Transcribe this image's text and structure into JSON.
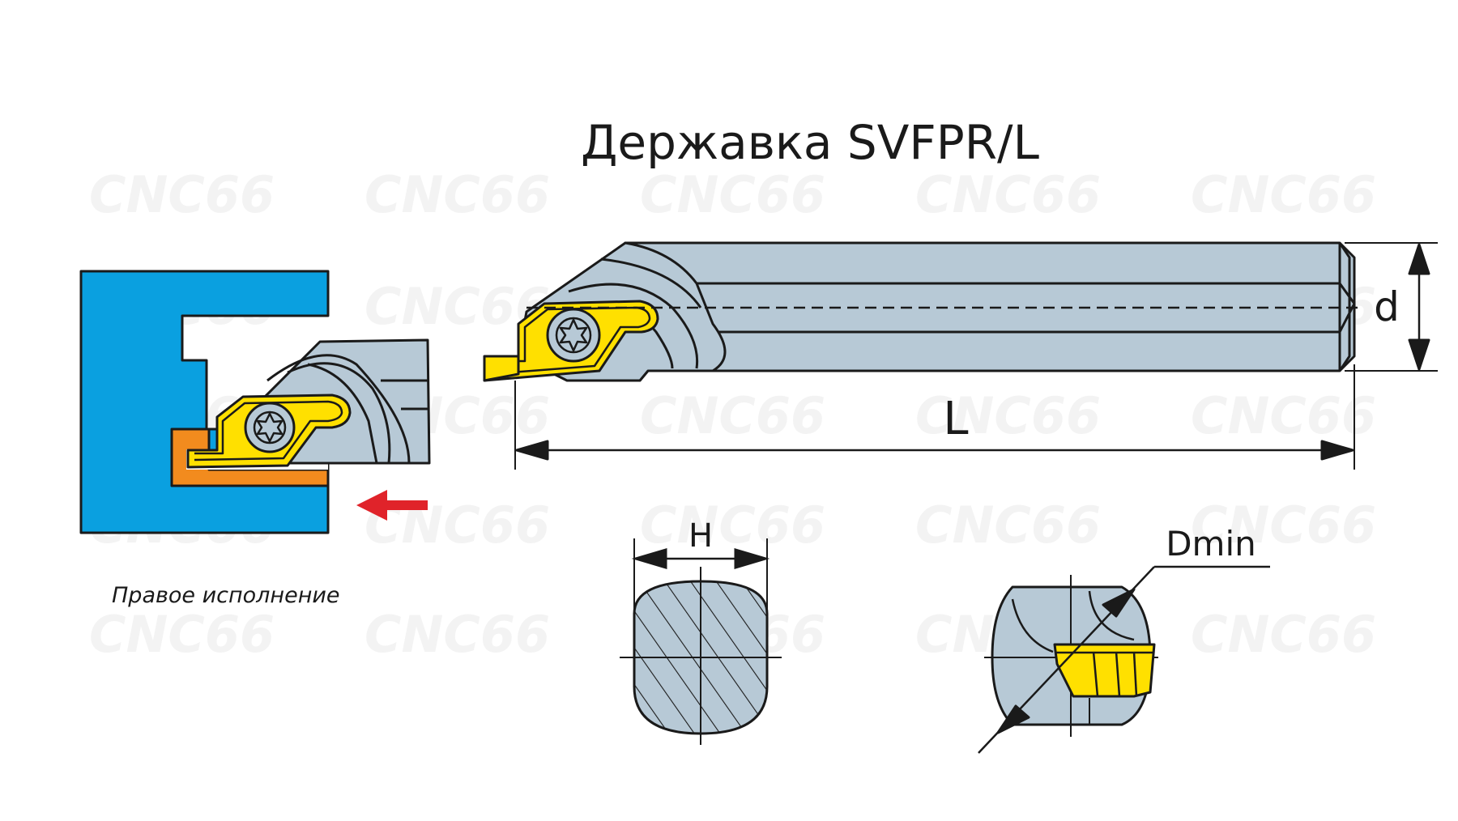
{
  "title": "Державка SVFPR/L",
  "caption": "Правое исполнение",
  "watermark": "CNC66",
  "dimensions": {
    "length": "L",
    "diameter": "d",
    "height": "H",
    "min_bore": "Dmin"
  },
  "colors": {
    "workpiece": "#0aa0e0",
    "chip": "#f28b1e",
    "insert": "#ffe000",
    "holder": "#b7c9d6",
    "arrow": "#e0232a",
    "outline": "#1a1a1a"
  }
}
